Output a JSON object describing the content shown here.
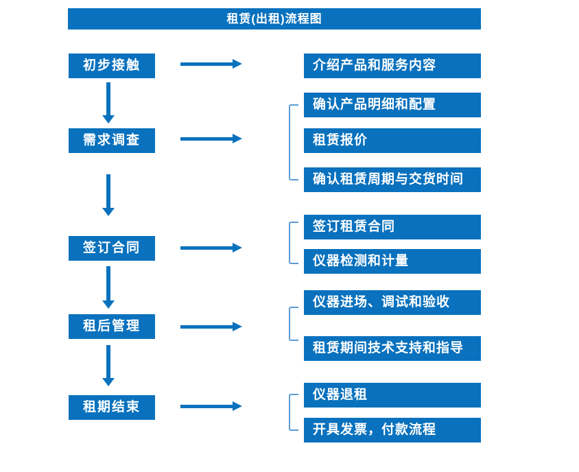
{
  "title": "租赁(出租)流程图",
  "colors": {
    "primary": "#0971BD",
    "bracket": "#5B9BD5",
    "background": "#FFFFFF",
    "text_on_primary": "#FFFFFF"
  },
  "steps": [
    {
      "label": "初步接触",
      "outputs": [
        "介绍产品和服务内容"
      ]
    },
    {
      "label": "需求调查",
      "outputs": [
        "确认产品明细和配置",
        "租赁报价",
        "确认租赁周期与交货时间"
      ]
    },
    {
      "label": "签订合同",
      "outputs": [
        "签订租赁合同",
        "仪器检测和计量"
      ]
    },
    {
      "label": "租后管理",
      "outputs": [
        "仪器进场、调试和验收",
        "租赁期间技术支持和指导"
      ]
    },
    {
      "label": "租期结束",
      "outputs": [
        "仪器退租",
        "开具发票，付款流程"
      ]
    }
  ]
}
